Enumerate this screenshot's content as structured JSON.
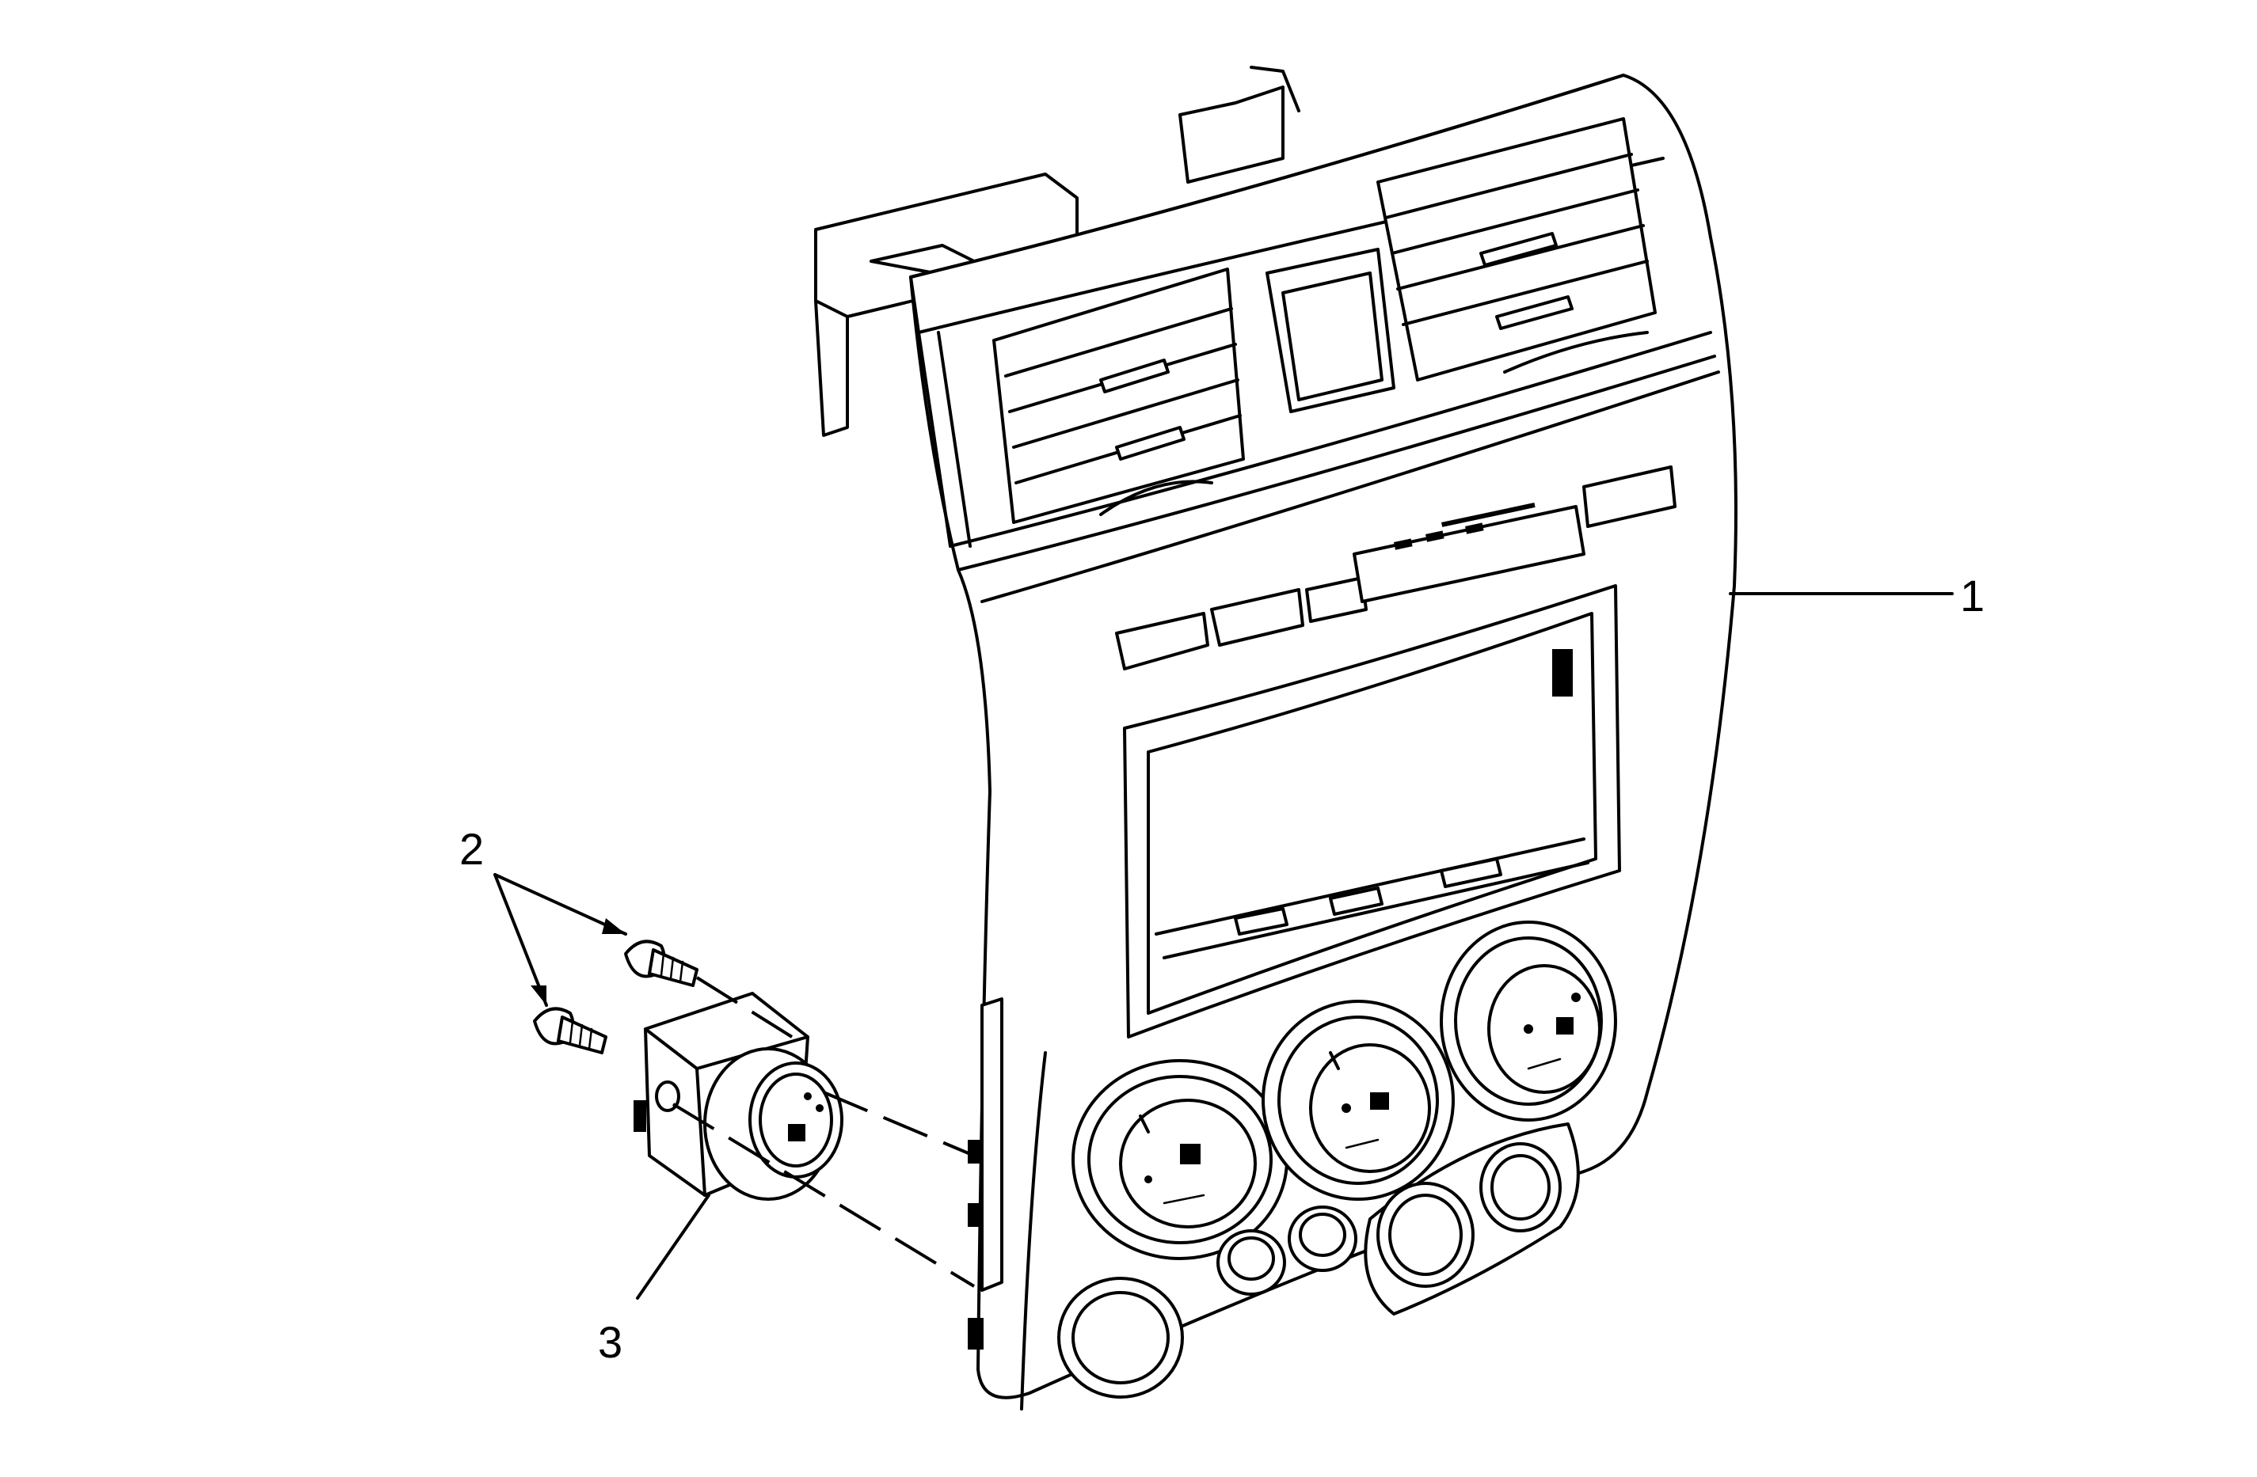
{
  "callouts": [
    {
      "id": "1",
      "label": "1",
      "part": "instrument-panel-center-trim-bezel"
    },
    {
      "id": "2",
      "label": "2",
      "part": "screws"
    },
    {
      "id": "3",
      "label": "3",
      "part": "wiper-switch-assembly"
    }
  ],
  "icons": {
    "vent": "air-vent-icon",
    "knob": "hvac-knob-icon",
    "switch": "wiper-switch-icon",
    "screw": "screw-icon"
  }
}
